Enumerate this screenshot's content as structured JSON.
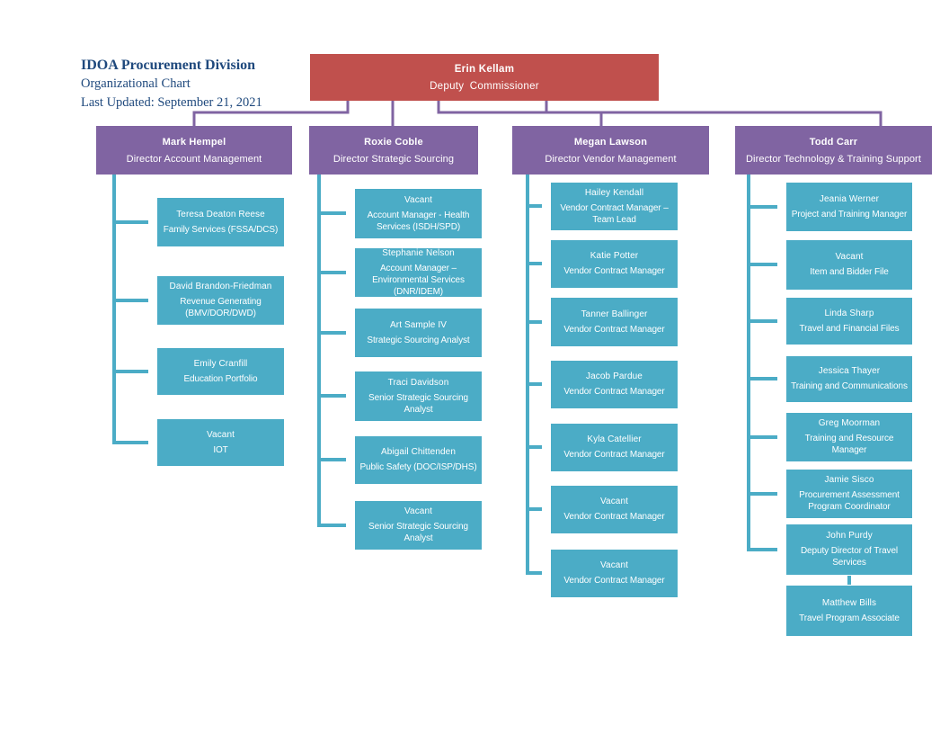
{
  "title": {
    "line1": "IDOA Procurement Division",
    "line2": "Organizational Chart",
    "line3": "Last Updated: September 21, 2021"
  },
  "colors": {
    "root_box": "#C0504D",
    "director_box": "#8064A2",
    "member_box": "#4BACC6",
    "connector_purple": "#8064A2",
    "connector_teal": "#4BACC6",
    "title_text": "#1F497D"
  },
  "root": {
    "name": "Erin Kellam",
    "role": "Deputy Commissioner"
  },
  "columns": [
    {
      "director": {
        "name": "Mark Hempel",
        "role": "Director Account Management"
      },
      "members": [
        {
          "name": "Teresa Deaton Reese",
          "role": "Family Services (FSSA/DCS)"
        },
        {
          "name": "David Brandon-Friedman",
          "role": "Revenue Generating (BMV/DOR/DWD)"
        },
        {
          "name": "Emily Cranfill",
          "role": "Education Portfolio"
        },
        {
          "name": "Vacant",
          "role": "IOT"
        }
      ]
    },
    {
      "director": {
        "name": "Roxie Coble",
        "role": "Director Strategic Sourcing"
      },
      "members": [
        {
          "name": "Vacant",
          "role": "Account Manager - Health Services (ISDH/SPD)"
        },
        {
          "name": "Stephanie Nelson",
          "role": "Account Manager – Environmental Services (DNR/IDEM)"
        },
        {
          "name": "Art Sample IV",
          "role": "Strategic Sourcing  Analyst"
        },
        {
          "name": "Traci Davidson",
          "role": "Senior Strategic Sourcing Analyst"
        },
        {
          "name": "Abigail Chittenden",
          "role": "Public Safety (DOC/ISP/DHS)"
        },
        {
          "name": "Vacant",
          "role": "Senior Strategic Sourcing Analyst"
        }
      ]
    },
    {
      "director": {
        "name": "Megan Lawson",
        "role": "Director Vendor Management"
      },
      "members": [
        {
          "name": "Hailey Kendall",
          "role": "Vendor Contract Manager – Team Lead"
        },
        {
          "name": "Katie Potter",
          "role": "Vendor Contract Manager"
        },
        {
          "name": "Tanner Ballinger",
          "role": "Vendor Contract Manager"
        },
        {
          "name": "Jacob Pardue",
          "role": "Vendor Contract Manager"
        },
        {
          "name": "Kyla Catellier",
          "role": "Vendor Contract Manager"
        },
        {
          "name": "Vacant",
          "role": "Vendor Contract Manager"
        },
        {
          "name": "Vacant",
          "role": "Vendor Contract Manager"
        }
      ]
    },
    {
      "director": {
        "name": "Todd Carr",
        "role": "Director Technology & Training Support"
      },
      "members": [
        {
          "name": "Jeania Werner",
          "role": "Project and Training Manager"
        },
        {
          "name": "Vacant",
          "role": "Item and Bidder File"
        },
        {
          "name": "Linda Sharp",
          "role": "Travel and Financial Files"
        },
        {
          "name": "Jessica Thayer",
          "role": "Training and Communications"
        },
        {
          "name": "Greg Moorman",
          "role": "Training and Resource Manager"
        },
        {
          "name": "Jamie Sisco",
          "role": "Procurement Assessment Program Coordinator"
        },
        {
          "name": "John Purdy",
          "role": "Deputy Director of Travel Services"
        },
        {
          "name": "Matthew Bills",
          "role": "Travel Program Associate"
        }
      ]
    }
  ]
}
